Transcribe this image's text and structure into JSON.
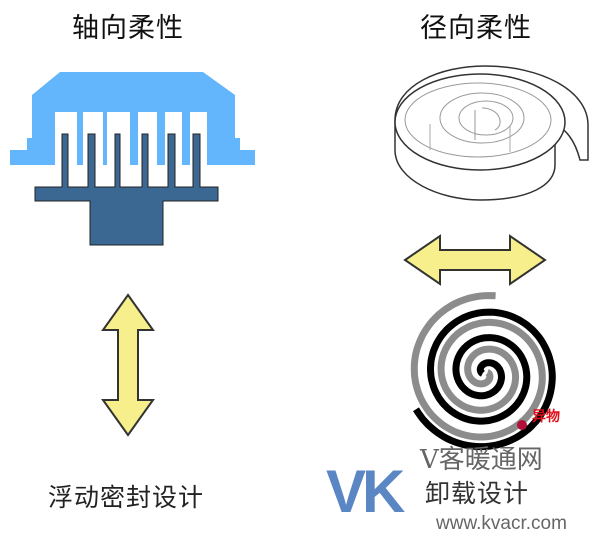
{
  "left_panel": {
    "title": "轴向柔性",
    "caption": "浮动密封设计",
    "colors": {
      "housing": "#63b5fc",
      "rotor": "#3a6893",
      "arrow": "#f7ef8c"
    }
  },
  "right_panel": {
    "title": "径向柔性",
    "caption": "卸载设计",
    "foreign_object_label": "异物",
    "colors": {
      "spiral_a": "#000000",
      "spiral_b": "#8c8c8c",
      "foreign_dot": "#b0103a",
      "arrow": "#f7ef8c"
    }
  },
  "watermark": {
    "letters": "VK",
    "name": "V客暖通网",
    "url": "www.kvacr.com"
  }
}
